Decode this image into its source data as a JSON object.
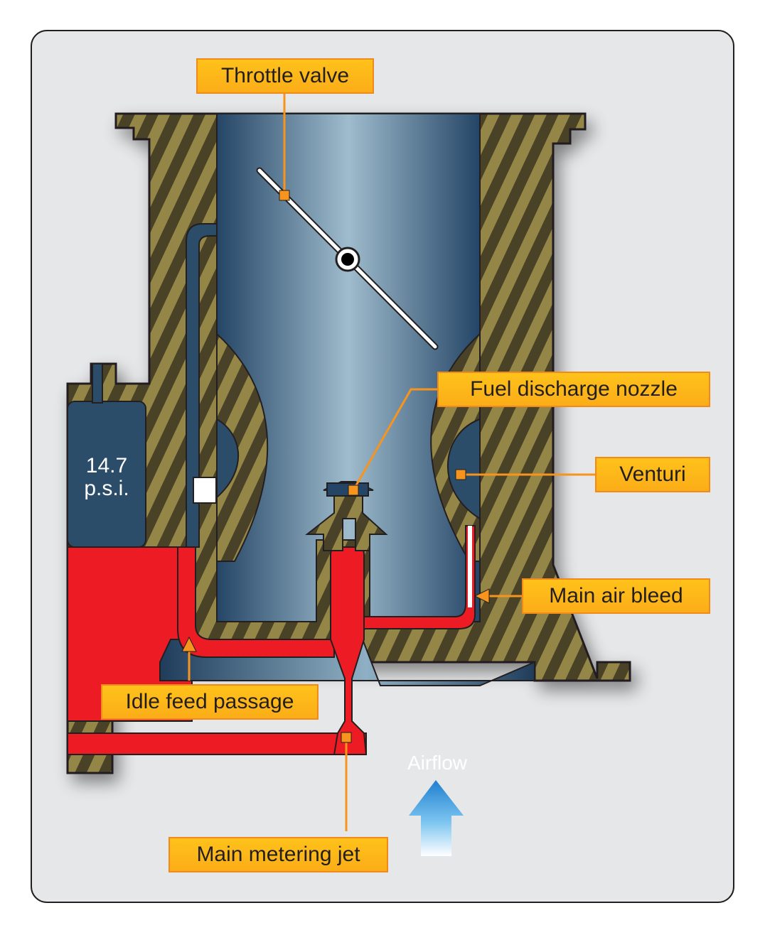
{
  "labels": {
    "throttle_valve": "Throttle valve",
    "fuel_discharge_nozzle": "Fuel discharge nozzle",
    "venturi": "Venturi",
    "main_air_bleed": "Main air bleed",
    "idle_feed_passage": "Idle feed passage",
    "main_metering_jet": "Main metering jet",
    "airflow": "Airflow",
    "pressure_value": "14.7",
    "pressure_unit": "p.s.i."
  },
  "colors": {
    "frame_border": "#231f20",
    "frame_fill": "#e6e7e8",
    "body_hatch_dark": "#4a4228",
    "body_hatch_light": "#948646",
    "air_channel": "#2c4d6a",
    "fuel": "#ed1c24",
    "label_fill": "#fdb913",
    "label_border": "#f08a1c",
    "leader": "#f7941d",
    "airflow_arrow": "#1f7fd0"
  }
}
